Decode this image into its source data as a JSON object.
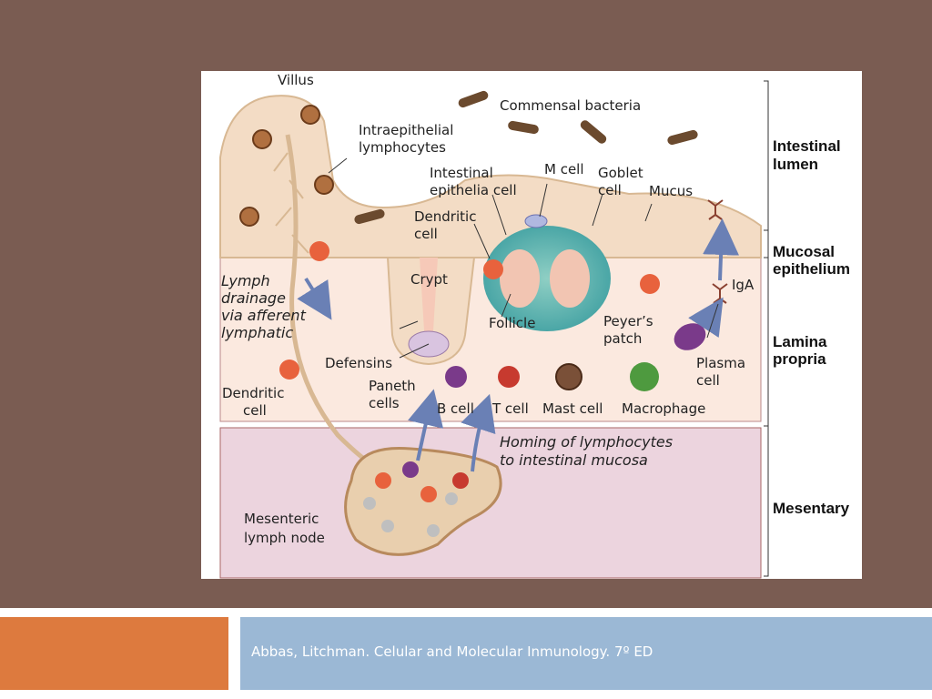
{
  "figure": {
    "labels": {
      "villus": "Villus",
      "commensal_bacteria": "Commensal bacteria",
      "intraepithelial_1": "Intraepithelial",
      "intraepithelial_2": "lymphocytes",
      "intestinal_epi_1": "Intestinal",
      "intestinal_epi_2": "epithelia cell",
      "m_cell": "M cell",
      "goblet_1": "Goblet",
      "goblet_2": "cell",
      "mucus": "Mucus",
      "dendritic_top_1": "Dendritic",
      "dendritic_top_2": "cell",
      "crypt": "Crypt",
      "lymph_1": "Lymph",
      "lymph_2": "drainage",
      "lymph_3": "via afferent",
      "lymph_4": "lymphatic",
      "follicle": "Follicle",
      "peyers_1": "Peyer’s",
      "peyers_2": "patch",
      "iga": "IgA",
      "defensins": "Defensins",
      "paneth_1": "Paneth",
      "paneth_2": "cells",
      "plasma_1": "Plasma",
      "plasma_2": "cell",
      "dendritic_bottom_1": "Dendritic",
      "dendritic_bottom_2": "cell",
      "b_cell": "B cell",
      "t_cell": "T cell",
      "mast_cell": "Mast cell",
      "macrophage": "Macrophage",
      "homing_1": "Homing of lymphocytes",
      "homing_2": "to intestinal mucosa",
      "mesenteric_1": "Mesenteric",
      "mesenteric_2": "lymph node"
    },
    "regions": {
      "intestinal_lumen_1": "Intestinal",
      "intestinal_lumen_2": "lumen",
      "mucosal_epithelium_1": "Mucosal",
      "mucosal_epithelium_2": "epithelium",
      "lamina_propria_1": "Lamina",
      "lamina_propria_2": "propria",
      "mesentary": "Mesentary"
    },
    "colors": {
      "tissue": "#f3dcc5",
      "lamina": "#fbe9df",
      "mesentery": "#ecd4de",
      "follicle_outer": "#5fb5b0",
      "follicle_inner": "#f2c5b2",
      "dendritic": "#e8623d",
      "b_cell": "#7a3a8a",
      "t_cell": "#c73a2f",
      "mast_cell": "#7a5038",
      "macrophage": "#4e9a3f",
      "arrow": "#6a80b5"
    }
  },
  "footer": {
    "caption": "Abbas, Litchman. Celular and Molecular Inmunology. 7º ED"
  }
}
